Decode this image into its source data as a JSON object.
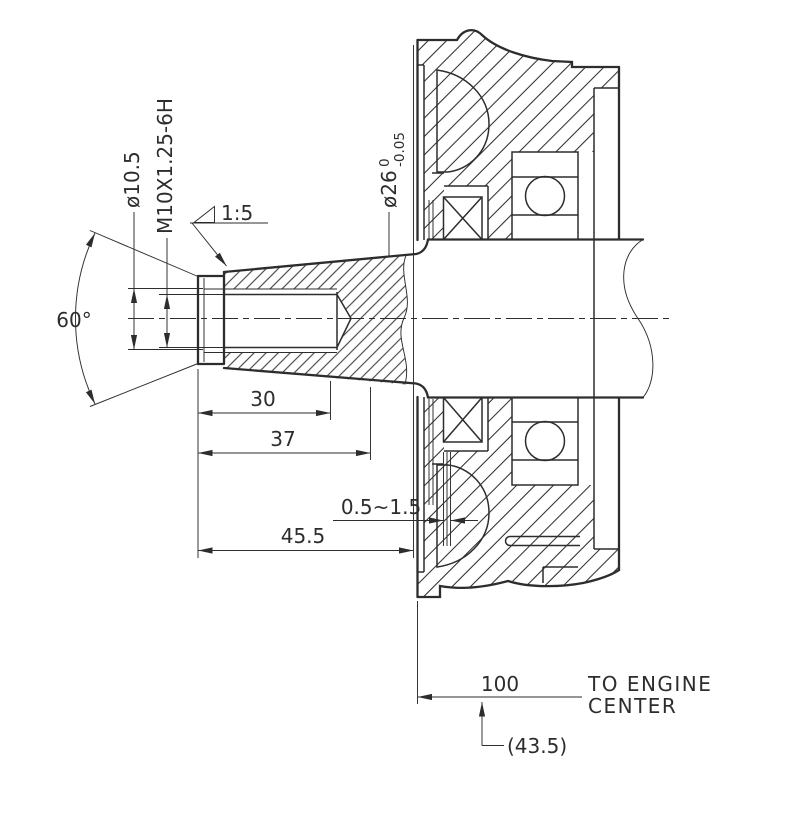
{
  "drawing": {
    "background": "#ffffff",
    "line_color": "#2d2d2d",
    "labels": {
      "countersink_dia": "ø10.5",
      "thread_spec": "M10X1.25-6H",
      "taper_ratio": "1:5",
      "shaft_dia": "ø26",
      "shaft_dia_tol_upper": "0",
      "shaft_dia_tol_lower": "-0.05",
      "center_hole_angle": "60°",
      "thread_depth": "30",
      "taper_length": "37",
      "shaft_length": "45.5",
      "clearance": "0.5~1.5",
      "to_engine_center": "100",
      "note_line1": "TO ENGINE",
      "note_line2": "CENTER",
      "reference_dim": "(43.5)"
    }
  }
}
